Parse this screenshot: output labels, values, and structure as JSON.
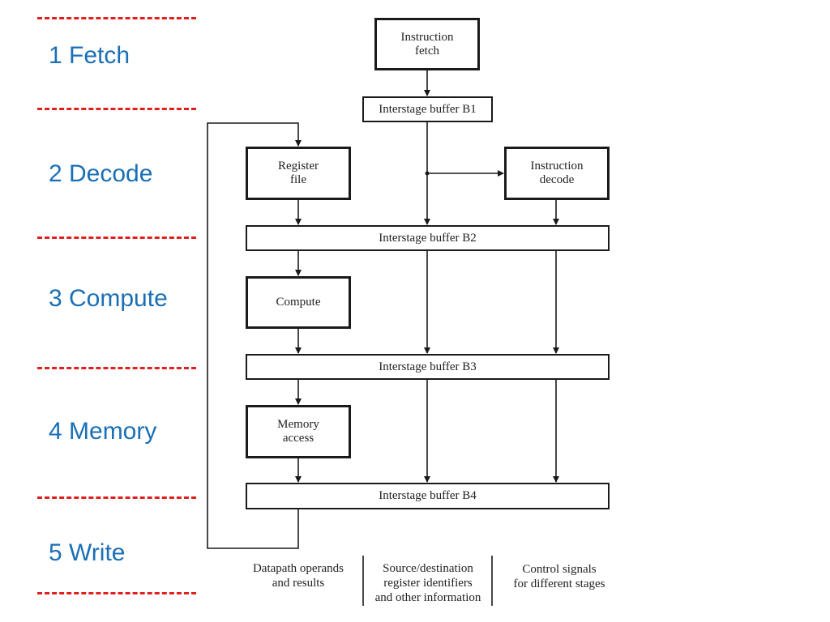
{
  "stages": [
    {
      "label": "1 Fetch"
    },
    {
      "label": "2 Decode"
    },
    {
      "label": "3 Compute"
    },
    {
      "label": "4 Memory"
    },
    {
      "label": "5 Write"
    }
  ],
  "blocks": {
    "instruction_fetch": "Instruction\nfetch",
    "register_file": "Register\nfile",
    "instruction_decode": "Instruction\ndecode",
    "compute": "Compute",
    "memory_access": "Memory\naccess"
  },
  "buffers": {
    "b1": "Interstage buffer B1",
    "b2": "Interstage buffer B2",
    "b3": "Interstage buffer B3",
    "b4": "Interstage buffer B4"
  },
  "legend": {
    "datapath": "Datapath operands\nand results",
    "register_ids": "Source/destination\nregister identifiers\nand other information",
    "control": "Control signals\nfor different stages"
  },
  "colors": {
    "stage_label": "#1a6fb5",
    "separator": "#e0201f",
    "line": "#1a1a1a"
  }
}
